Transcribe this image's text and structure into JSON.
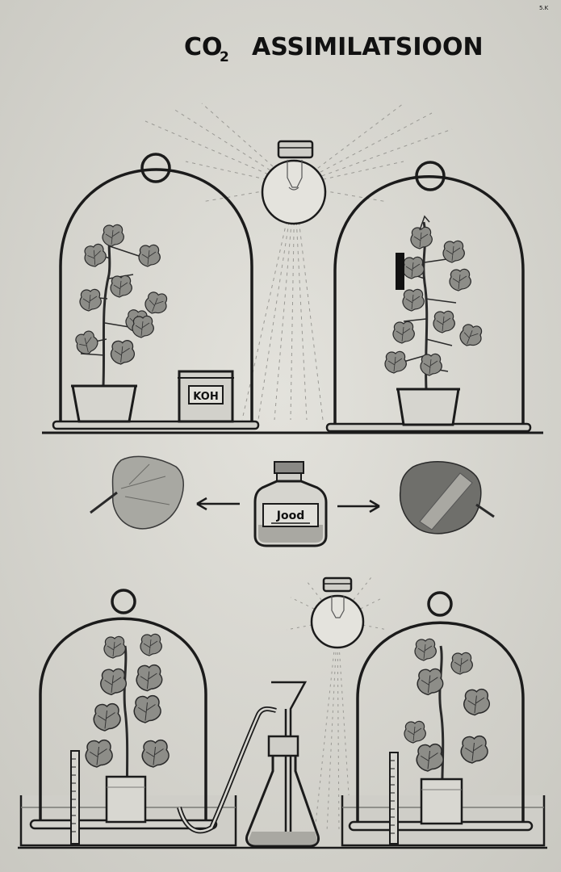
{
  "title": {
    "prefix": "CO",
    "subscript": "2",
    "word": "ASSIMILATSIOON"
  },
  "corner_mark": "5.K",
  "labels": {
    "koh": "KOH",
    "jood": "Jood"
  },
  "colors": {
    "paper": "#d9d8d2",
    "ink": "#1b1b1b",
    "leaf": "#8b8b86",
    "leaf_dark": "#5d5d59"
  }
}
